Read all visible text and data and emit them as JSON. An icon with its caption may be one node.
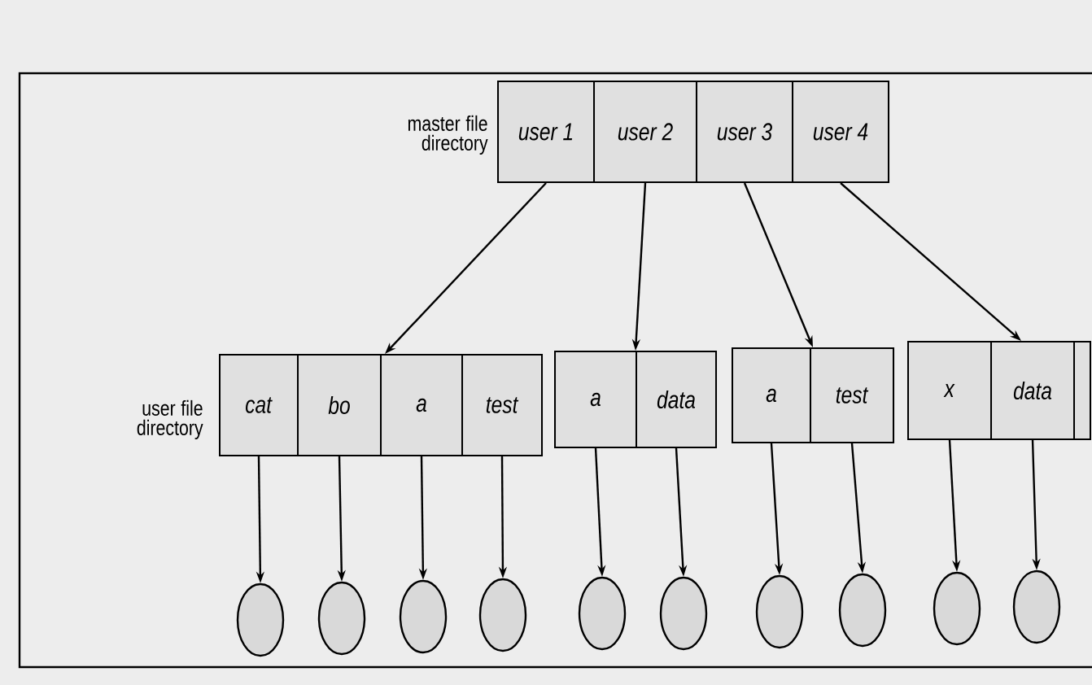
{
  "diagram": {
    "nodes": [
      {
        "text": [
          "master file directory"
        ]
      },
      {
        "text": [
          "*user 1*"
        ],
        "in": 0
      },
      {
        "text": [
          "*user 2*"
        ],
        "in": 0
      },
      {
        "text": [
          "*user 3*"
        ],
        "in": 0
      },
      {
        "text": [
          "*user 4*"
        ],
        "in": 0
      },
      {
        "text": [
          "user file directory"
        ]
      },
      {
        "text": [
          "*cat*"
        ],
        "in": 5
      },
      {
        "text": [
          "*bo*"
        ],
        "in": 5
      },
      {
        "text": [
          "*a*"
        ],
        "in": 5
      },
      {
        "text": [
          "*test*"
        ],
        "in": 5
      },
      {
        "text": [],
        "shape": "box"
      },
      {
        "text": [
          "*a*"
        ],
        "in": 10
      },
      {
        "text": [
          "*data*"
        ],
        "in": 10
      },
      {
        "text": [],
        "shape": "box"
      },
      {
        "text": [
          "*a*"
        ],
        "in": 13
      },
      {
        "text": [
          "*test*"
        ],
        "in": 13
      },
      {
        "text": [],
        "shape": "box"
      },
      {
        "text": [
          "*x*"
        ],
        "in": 16
      },
      {
        "text": [
          "*data*"
        ],
        "in": 16
      },
      {
        "text": [],
        "shape": "box",
        "in": 16
      },
      {
        "text": [],
        "shape": "circle"
      },
      {
        "text": [],
        "shape": "circle"
      },
      {
        "text": [],
        "shape": "circle"
      },
      {
        "text": [],
        "shape": "circle"
      },
      {
        "text": [],
        "shape": "circle"
      },
      {
        "text": [],
        "shape": "circle"
      },
      {
        "text": [],
        "shape": "circle"
      },
      {
        "text": [],
        "shape": "circle"
      },
      {
        "text": [],
        "shape": "circle"
      },
      {
        "text": [],
        "shape": "circle"
      }
    ],
    "edges": [
      {
        "from": 1,
        "to": 5,
        "arrow": "to"
      },
      {
        "from": 2,
        "to": 10,
        "arrow": "to"
      },
      {
        "from": 3,
        "to": 13,
        "arrow": "to"
      },
      {
        "from": 4,
        "to": 16,
        "arrow": "to"
      },
      {
        "from": 6,
        "to": 20,
        "arrow": "to"
      },
      {
        "from": 7,
        "to": 21,
        "arrow": "to"
      },
      {
        "from": 8,
        "to": 22,
        "arrow": "to"
      },
      {
        "from": 9,
        "to": 23,
        "arrow": "to"
      },
      {
        "from": 11,
        "to": 24,
        "arrow": "to"
      },
      {
        "from": 12,
        "to": 25,
        "arrow": "to"
      },
      {
        "from": 14,
        "to": 26,
        "arrow": "to"
      },
      {
        "from": 15,
        "to": 27,
        "arrow": "to"
      },
      {
        "from": 17,
        "to": 28,
        "arrow": "to"
      },
      {
        "from": 18,
        "to": 29,
        "arrow": "to"
      }
    ]
  }
}
